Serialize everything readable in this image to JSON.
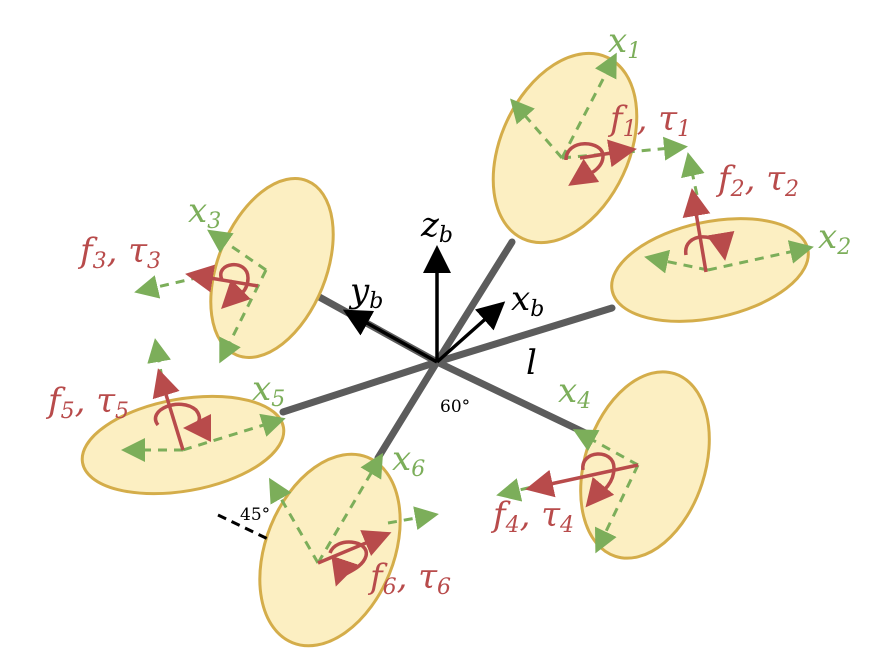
{
  "colors": {
    "rotor_fill": "#fcefc2",
    "rotor_stroke": "#d4ad4a",
    "arm": "#5c5c5c",
    "force_red": "#b84b4b",
    "axis_green": "#7cae5a",
    "frame_black": "#000000"
  },
  "body_frame": {
    "z_label": "z",
    "z_sub": "b",
    "y_label": "y",
    "y_sub": "b",
    "x_label": "x",
    "x_sub": "b",
    "arm_length_label": "l",
    "arm_angle_label": "60°",
    "tilt_angle_label": "45°"
  },
  "rotors": [
    {
      "id": "1",
      "axis_label": "x",
      "axis_sub": "1",
      "force_label": "f",
      "force_sub": "1",
      "torque_label": "τ",
      "torque_sub": "1"
    },
    {
      "id": "2",
      "axis_label": "x",
      "axis_sub": "2",
      "force_label": "f",
      "force_sub": "2",
      "torque_label": "τ",
      "torque_sub": "2"
    },
    {
      "id": "3",
      "axis_label": "x",
      "axis_sub": "3",
      "force_label": "f",
      "force_sub": "3",
      "torque_label": "τ",
      "torque_sub": "3"
    },
    {
      "id": "4",
      "axis_label": "x",
      "axis_sub": "4",
      "force_label": "f",
      "force_sub": "4",
      "torque_label": "τ",
      "torque_sub": "4"
    },
    {
      "id": "5",
      "axis_label": "x",
      "axis_sub": "5",
      "force_label": "f",
      "force_sub": "5",
      "torque_label": "τ",
      "torque_sub": "5"
    },
    {
      "id": "6",
      "axis_label": "x",
      "axis_sub": "6",
      "force_label": "f",
      "force_sub": "6",
      "torque_label": "τ",
      "torque_sub": "6"
    }
  ]
}
